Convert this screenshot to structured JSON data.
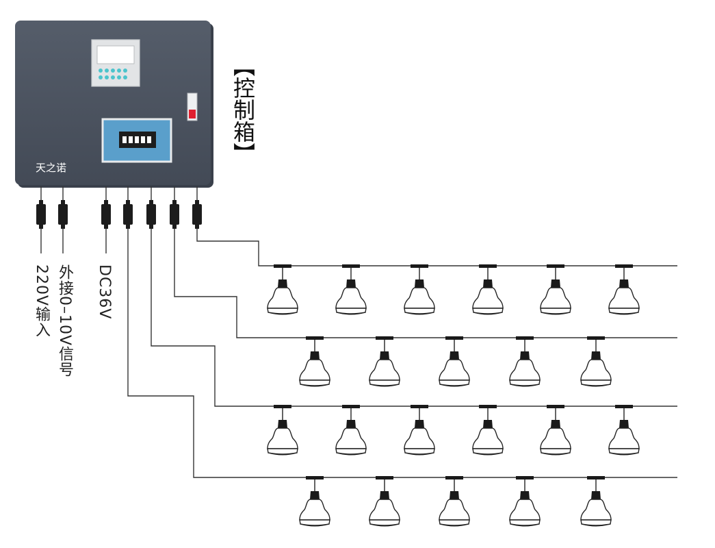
{
  "control_box": {
    "title": "【控制箱】",
    "brand": "天之诺",
    "body_color": "#4a5260",
    "panel_color": "#5aa0cc",
    "switch_color": "#e02030"
  },
  "inputs": {
    "ac_input": "220V输入",
    "signal_input": "外接0–10V信号",
    "dc_output": "DC36V"
  },
  "rows": [
    {
      "lamps": 6
    },
    {
      "lamps": 5
    },
    {
      "lamps": 6
    },
    {
      "lamps": 5
    }
  ]
}
